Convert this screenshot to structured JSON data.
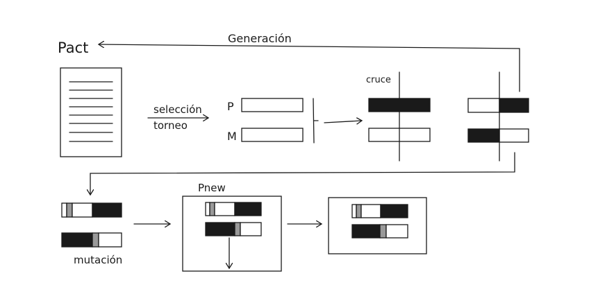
{
  "labels": {
    "pact": "Pact",
    "generacion": "Generación",
    "seleccion": "selección",
    "torneo": "torneo",
    "p": "P",
    "m": "M",
    "cruce": "cruce",
    "pnew": "Pnew",
    "mutacion": "mutación"
  },
  "colors": {
    "ink": "#1a1a1a",
    "fill_dark": "#1a1a1a",
    "fill_light": "#ffffff",
    "mutation_gray": "#9a9a9a"
  }
}
